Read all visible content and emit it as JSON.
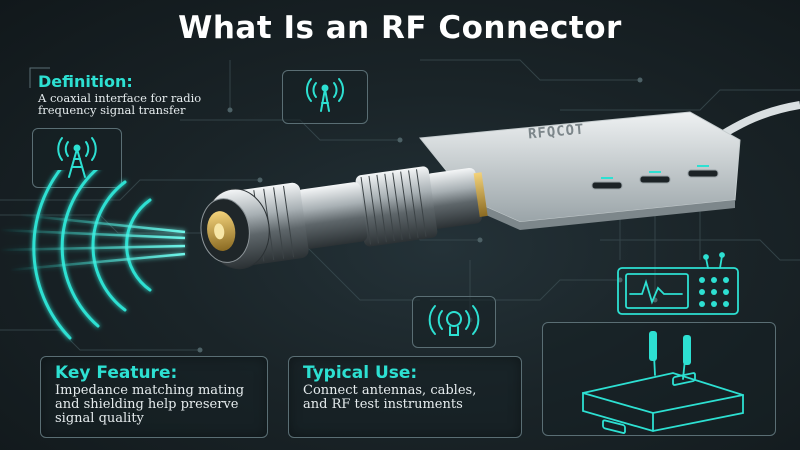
{
  "title": "What Is an RF Connector",
  "definition": {
    "heading": "Definition:",
    "text": "A coaxial interface for radio frequency signal transfer"
  },
  "key_feature": {
    "heading": "Key Feature:",
    "text": "Impedance matching mating and shielding help preserve signal quality"
  },
  "typical_use": {
    "heading": "Typical Use:",
    "text": "Connect antennas, cables, and RF test instruments"
  },
  "device": {
    "label": "RFQCOT"
  },
  "colors": {
    "accent": "#2de0d2",
    "background": "#1a2428",
    "panel_border": "#5a6e74"
  },
  "icons": [
    "antenna-icon",
    "antenna-tower-icon",
    "oscilloscope-icon",
    "wireless-bulb-icon",
    "router-icon",
    "rf-connector-cable-icon"
  ]
}
